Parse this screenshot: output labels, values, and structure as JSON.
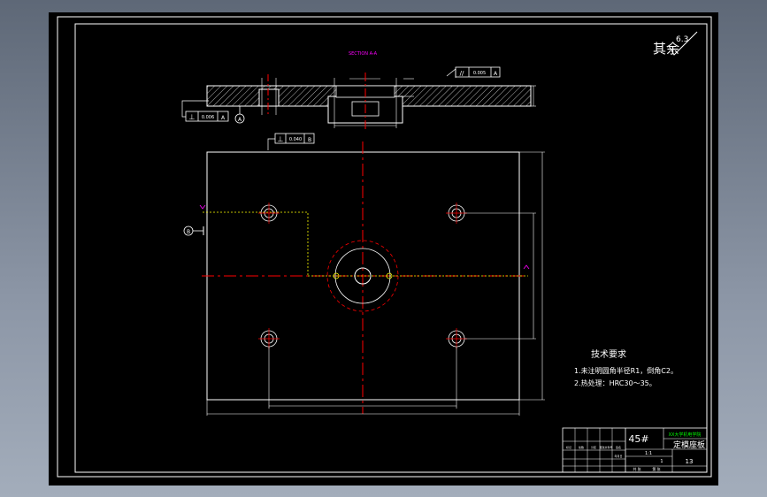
{
  "drawing": {
    "section_label": "SECTION A-A",
    "roughness_symbol": "其余",
    "roughness_value": "6.3",
    "datum_a": "A",
    "datum_b": "B",
    "tol_perp_value": "0.006",
    "tol_parallel_value": "0.005",
    "tol_top_value": "0.040",
    "tol_parallel_symbol": "//",
    "tol_perp_symbol": "⊥",
    "technical_requirements": {
      "title": "技术要求",
      "items": [
        "1.未注明圆角半径R1，倒角C2。",
        "2.热处理：HRC30～35。"
      ]
    },
    "title_block": {
      "material": "45#",
      "part_name": "定模座板",
      "school": "XX大学机电学院",
      "drawing_number": "13",
      "scale": "1:1",
      "sheet": "1",
      "row_labels": [
        "标记",
        "处数",
        "分区",
        "更改文件号",
        "签名",
        "年月日"
      ],
      "bottom_labels": [
        "共 张",
        "第 张"
      ]
    }
  },
  "colors": {
    "background": "#000000",
    "frame": "#ffffff",
    "centerline": "#ff0000",
    "hidden": "#ffff00",
    "dimension": "#ffffff",
    "section_label": "#ff00ff",
    "school_text": "#00ff00"
  }
}
